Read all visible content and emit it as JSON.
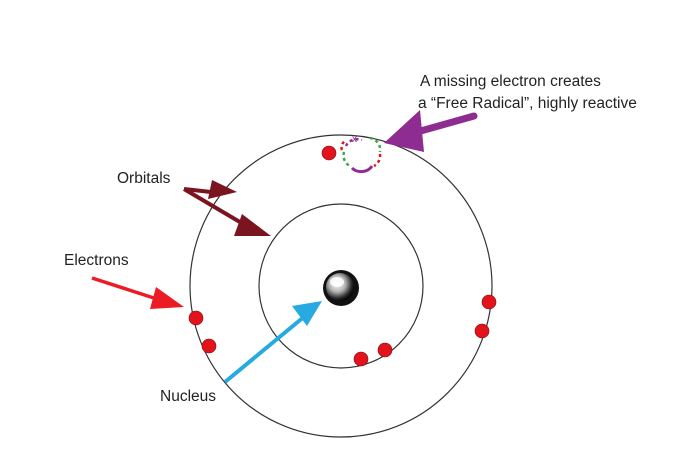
{
  "labels": {
    "callout_line1": "A missing electron creates",
    "callout_line2": "a “Free Radical”, highly reactive",
    "orbitals": "Orbitals",
    "electrons": "Electrons",
    "nucleus": "Nucleus",
    "missing_mark": "x"
  },
  "colors": {
    "electron": "#e3131b",
    "orbital_arrow": "#7a1520",
    "electron_arrow": "#ec1c24",
    "nucleus_arrow": "#27aae1",
    "free_radical_arrow": "#8e2c91",
    "missing_dash_red": "#e3131b",
    "missing_dash_green": "#3aa845",
    "missing_dash_purple": "#8e2c91",
    "orbit_line": "#333333"
  },
  "icons": {
    "nucleus": "grey-sphere",
    "electron": "red-dot",
    "missing_electron": "dashed-ring"
  }
}
